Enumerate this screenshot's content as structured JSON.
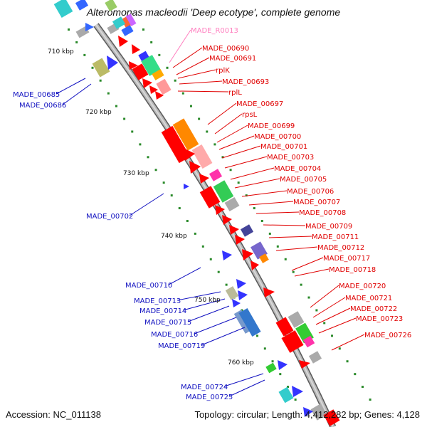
{
  "title": "Alteromonas macleodii 'Deep ecotype', complete genome",
  "footer": {
    "accession": "Accession: NC_011138",
    "topology": "Topology: circular; Length: 4,412,282 bp; Genes: 4,128"
  },
  "colors": {
    "backbone": "#8a8a8a",
    "right_labels": "#e00000",
    "left_labels": "#1010c0",
    "rna_label": "#ff80c0",
    "scale_ticks": "#2a8a2a"
  },
  "scale_labels": [
    "710 kbp",
    "720 kbp",
    "730 kbp",
    "740 kbp",
    "750 kbp",
    "760 kbp"
  ],
  "right_labels": [
    "MADE_R0013",
    "MADE_00690",
    "MADE_00691",
    "rplK",
    "MADE_00693",
    "rplL",
    "MADE_00697",
    "rpsL",
    "MADE_00699",
    "MADE_00700",
    "MADE_00701",
    "MADE_00703",
    "MADE_00704",
    "MADE_00705",
    "MADE_00706",
    "MADE_00707",
    "MADE_00708",
    "MADE_00709",
    "MADE_00711",
    "MADE_00712",
    "MADE_00717",
    "MADE_00718",
    "MADE_00720",
    "MADE_00721",
    "MADE_00722",
    "MADE_00723",
    "MADE_00726"
  ],
  "left_labels": [
    "MADE_00685",
    "MADE_00686",
    "MADE_00702",
    "MADE_00710",
    "MADE_00713",
    "MADE_00714",
    "MADE_00715",
    "MADE_00716",
    "MADE_00719",
    "MADE_00724",
    "MADE_00725"
  ]
}
